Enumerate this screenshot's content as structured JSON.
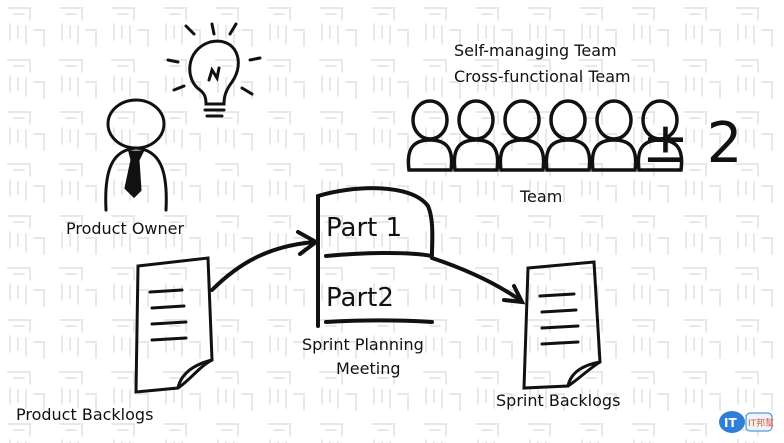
{
  "product_owner": {
    "label": "Product Owner",
    "icon": "idea-lightbulb-icon"
  },
  "product_backlogs": {
    "label": "Product Backlogs"
  },
  "sprint_planning": {
    "part1": "Part 1",
    "part2": "Part2",
    "label_line1": "Sprint Planning",
    "label_line2": "Meeting"
  },
  "team": {
    "line1": "Self-managing Team",
    "line2": "Cross-functional Team",
    "size_suffix": "± 2",
    "label": "Team",
    "member_count": 6
  },
  "sprint_backlogs": {
    "label": "Sprint Backlogs"
  },
  "watermark": {
    "text": "IT邦幫忙"
  },
  "colors": {
    "ink": "#111111",
    "watermark": "#e6e6e6",
    "logo_blue": "#2f7fd6",
    "logo_text": "#e05a2a"
  }
}
